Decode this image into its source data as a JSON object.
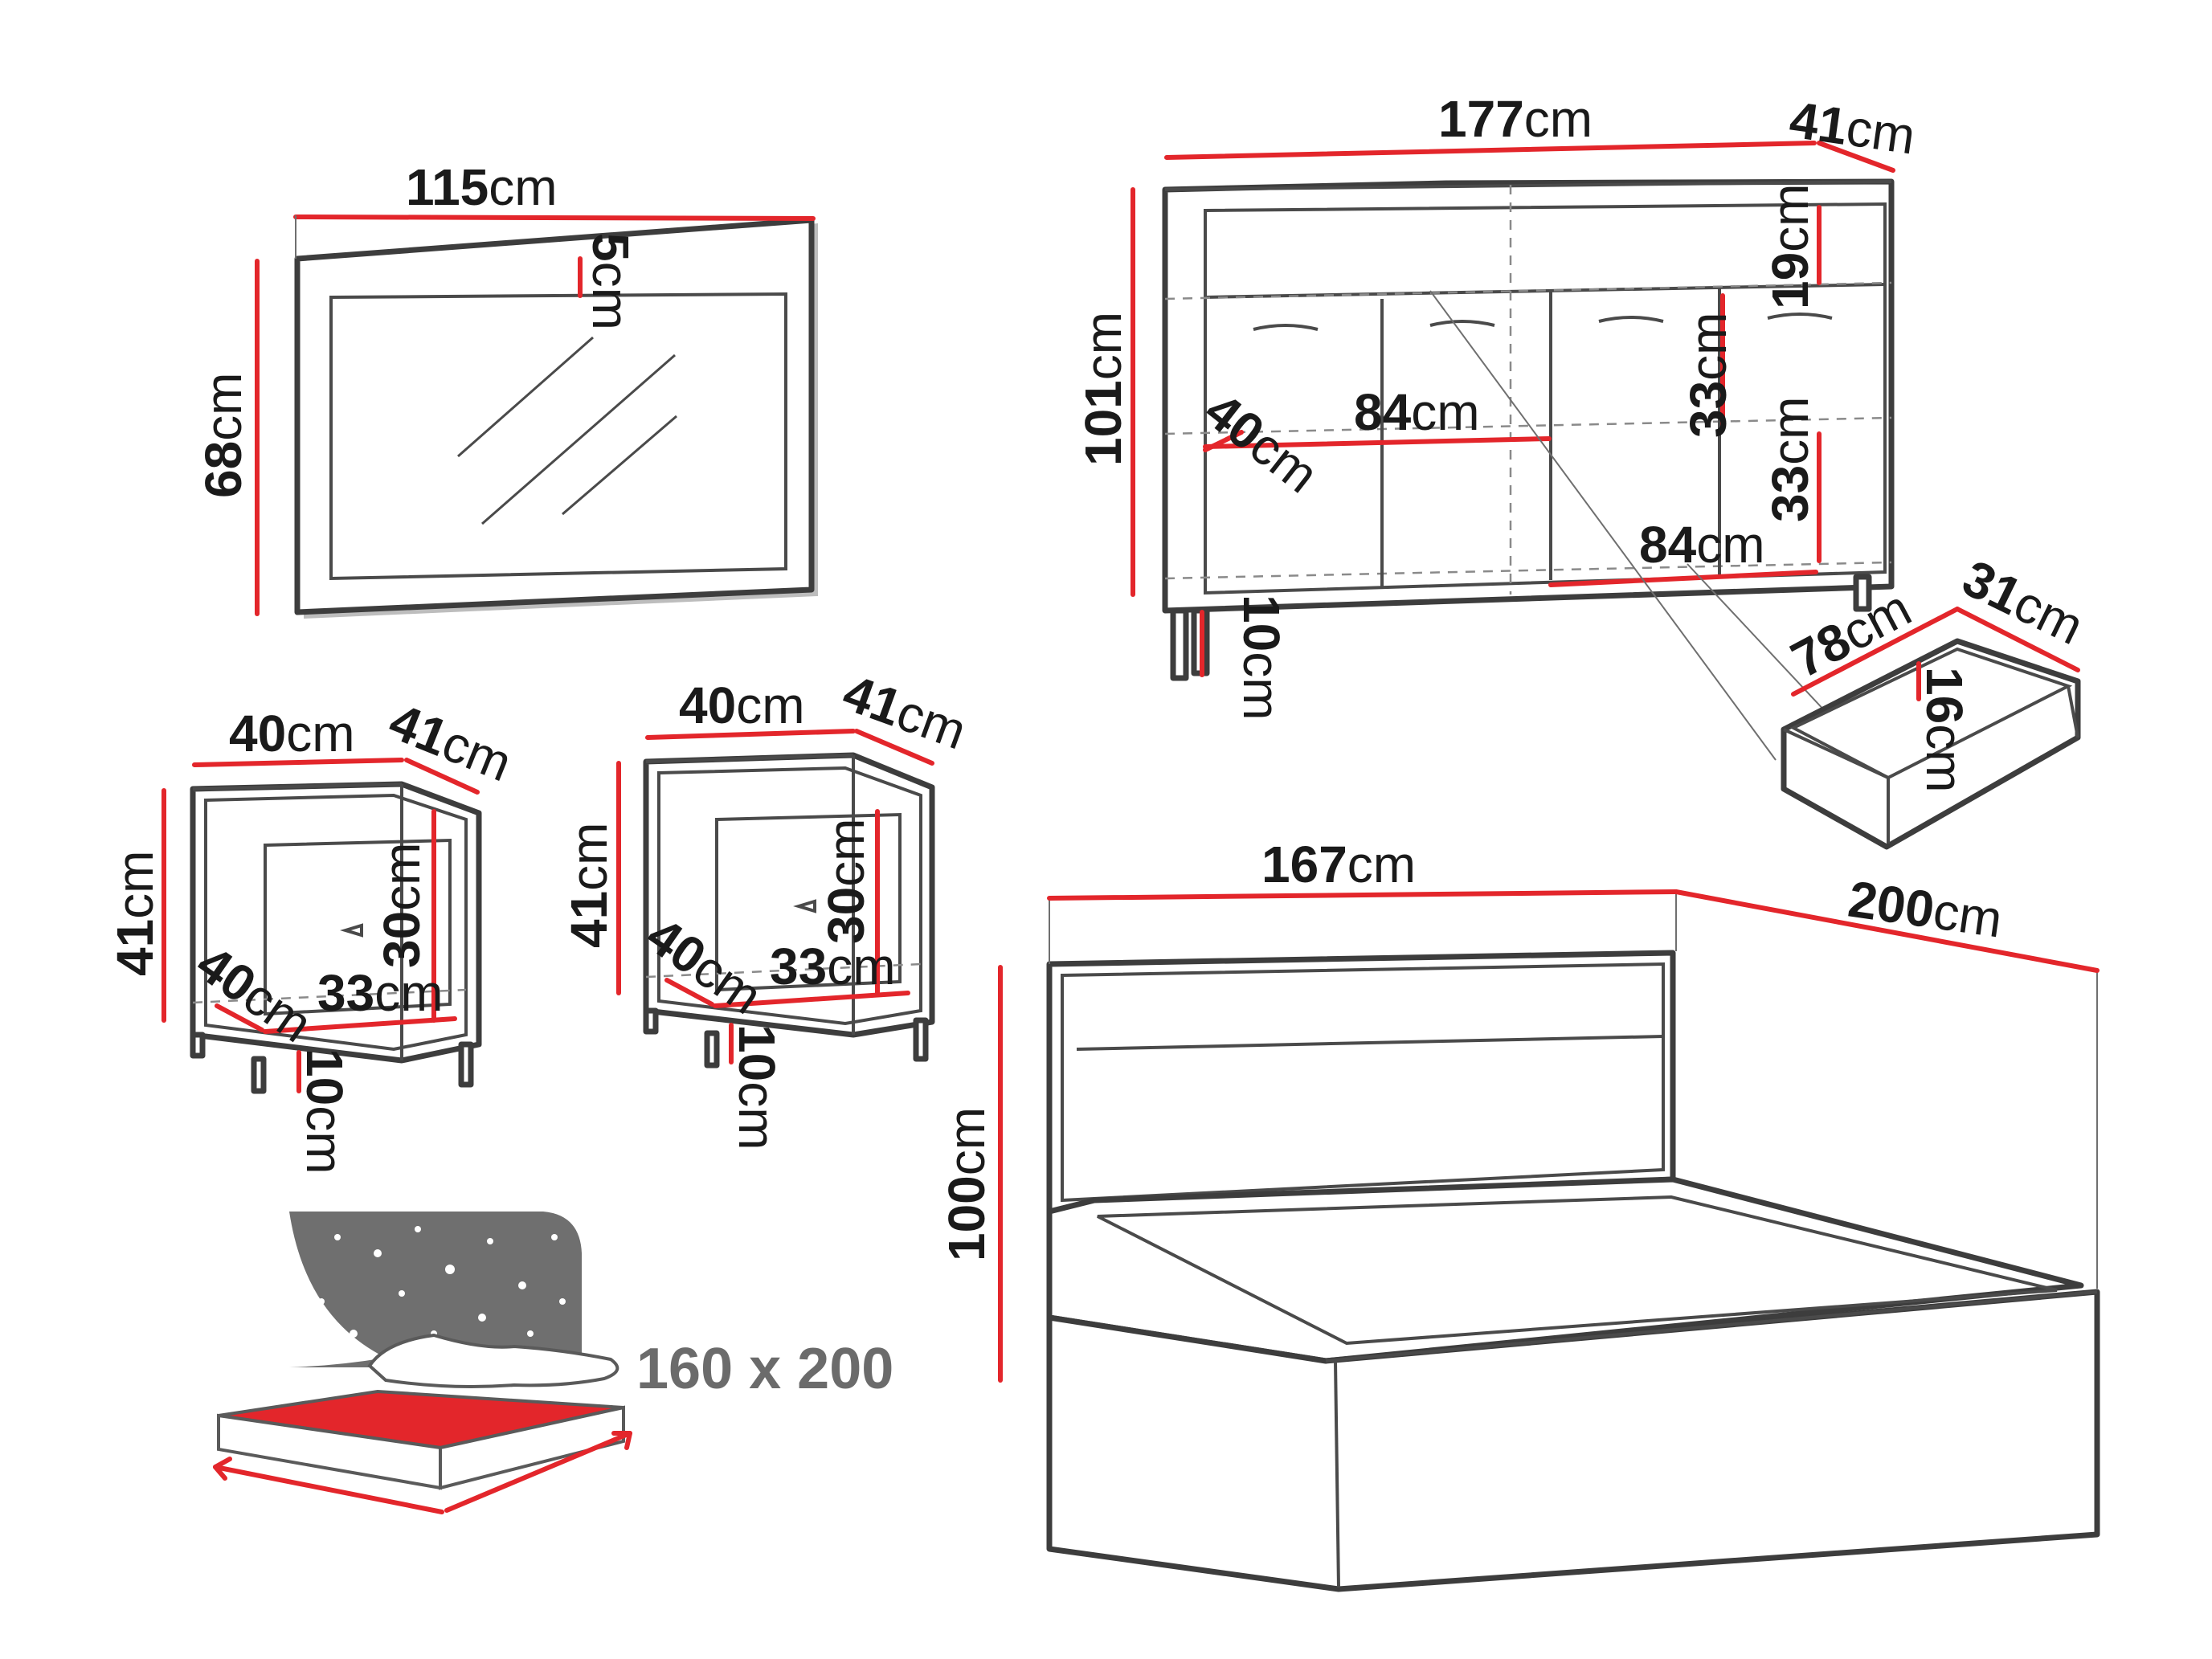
{
  "colors": {
    "outline": "#3d3d3d",
    "dimension_line": "#e3262b",
    "mattress": "#e3262b",
    "sky": "#6f6f6f",
    "label_grey": "#6b6b6b"
  },
  "mirror": {
    "width": "115",
    "width_unit": "cm",
    "height": "68",
    "height_unit": "cm",
    "depth": "5",
    "depth_unit": "cm"
  },
  "sideboard": {
    "width": "177",
    "width_unit": "cm",
    "depth": "41",
    "depth_unit": "cm",
    "height": "101",
    "height_unit": "cm",
    "top_drawer": "19",
    "top_drawer_unit": "cm",
    "shelf_depth": "40",
    "shelf_depth_unit": "cm",
    "shelf_width": "84",
    "shelf_width_unit": "cm",
    "shelf_height_upper": "33",
    "shelf_height_upper_unit": "cm",
    "shelf_height_right": "33",
    "shelf_height_right_unit": "cm",
    "shelf_width_lower": "84",
    "shelf_width_lower_unit": "cm",
    "legs": "10",
    "legs_unit": "cm"
  },
  "drawer": {
    "width": "78",
    "width_unit": "cm",
    "depth": "31",
    "depth_unit": "cm",
    "height": "16",
    "height_unit": "cm"
  },
  "nightstand_left": {
    "width": "40",
    "width_unit": "cm",
    "depth": "41",
    "depth_unit": "cm",
    "height": "41",
    "height_unit": "cm",
    "inner_height": "30",
    "inner_height_unit": "cm",
    "inner_depth": "40",
    "inner_depth_unit": "cm",
    "inner_width": "33",
    "inner_width_unit": "cm",
    "legs": "10",
    "legs_unit": "cm"
  },
  "nightstand_right": {
    "width": "40",
    "width_unit": "cm",
    "depth": "41",
    "depth_unit": "cm",
    "height": "41",
    "height_unit": "cm",
    "inner_height": "30",
    "inner_height_unit": "cm",
    "inner_depth": "40",
    "inner_depth_unit": "cm",
    "inner_width": "33",
    "inner_width_unit": "cm",
    "legs": "10",
    "legs_unit": "cm"
  },
  "bed": {
    "width": "167",
    "width_unit": "cm",
    "length": "200",
    "length_unit": "cm",
    "height": "100",
    "height_unit": "cm"
  },
  "mattress": {
    "size": "160 x 200"
  }
}
